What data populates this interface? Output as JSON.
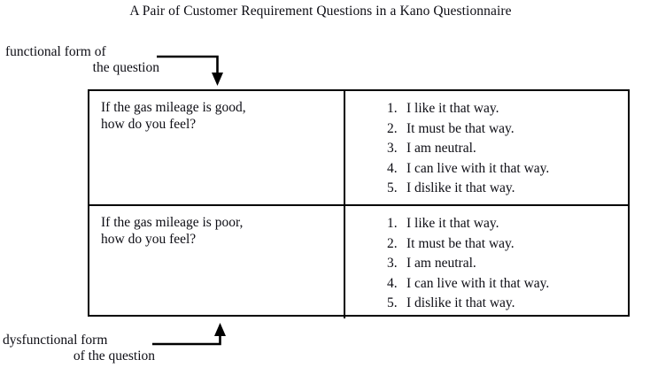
{
  "title": "A Pair of Customer Requirement Questions in a Kano Questionnaire",
  "labels": {
    "functional": {
      "line1": "functional form of",
      "line2": "the question"
    },
    "dysfunctional": {
      "line1": "dysfunctional form",
      "line2": "of the question"
    }
  },
  "table": {
    "rows": [
      {
        "id": "functional",
        "question_line1": "If the gas mileage is good,",
        "question_line2": "how do you feel?",
        "answers": [
          {
            "num": "1.",
            "text": "I like it that way."
          },
          {
            "num": "2.",
            "text": "It must be that way."
          },
          {
            "num": "3.",
            "text": "I am neutral."
          },
          {
            "num": "4.",
            "text": "I can live with it that way."
          },
          {
            "num": "5.",
            "text": "I dislike it that way."
          }
        ]
      },
      {
        "id": "dysfunctional",
        "question_line1": "If the gas mileage is poor,",
        "question_line2": "how do you feel?",
        "answers": [
          {
            "num": "1.",
            "text": "I like it that way."
          },
          {
            "num": "2.",
            "text": "It must be that way."
          },
          {
            "num": "3.",
            "text": "I am neutral."
          },
          {
            "num": "4.",
            "text": "I can live with it that way."
          },
          {
            "num": "5.",
            "text": "I dislike it that way."
          }
        ]
      }
    ]
  },
  "colors": {
    "background": "#ffffff",
    "text": "#0d0d14",
    "border": "#000000",
    "arrow": "#000000"
  }
}
